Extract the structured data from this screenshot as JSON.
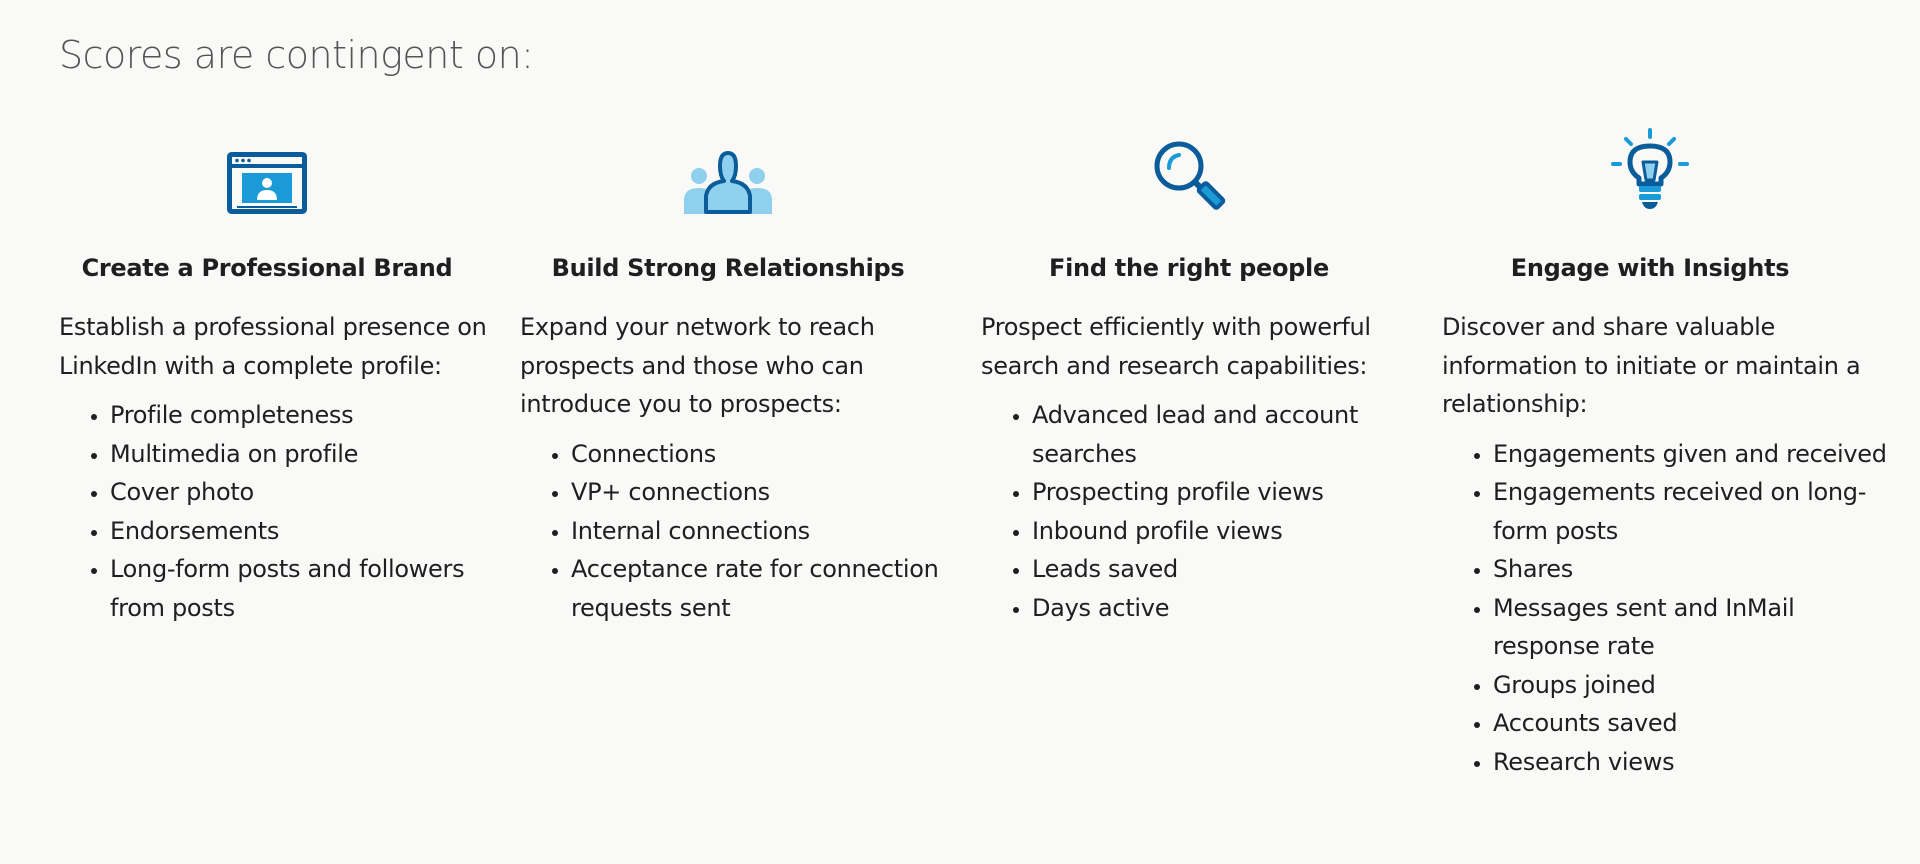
{
  "heading": "Scores are contingent on:",
  "colors": {
    "icon_dark": "#0b5c9b",
    "icon_light": "#8fd0ee",
    "icon_mid": "#1a9ad6"
  },
  "columns": [
    {
      "icon": "browser-profile-icon",
      "title": "Create a Professional Brand",
      "description": "Establish a professional presence on LinkedIn with a complete profile:",
      "items": [
        "Profile completeness",
        "Multimedia on profile",
        "Cover photo",
        "Endorsements",
        "Long-form posts and followers from posts"
      ]
    },
    {
      "icon": "people-group-icon",
      "title": "Build Strong Relationships",
      "description": "Expand your network to reach prospects and those who can introduce you to prospects:",
      "items": [
        "Connections",
        "VP+ connections",
        "Internal connections",
        "Acceptance rate for connection requests sent"
      ]
    },
    {
      "icon": "magnifying-glass-icon",
      "title": "Find the right people",
      "description": "Prospect efficiently with powerful search and research capabilities:",
      "items": [
        "Advanced lead and account searches",
        "Prospecting profile views",
        "Inbound profile views",
        "Leads saved",
        "Days active"
      ]
    },
    {
      "icon": "lightbulb-icon",
      "title": "Engage with Insights",
      "description": "Discover and share valuable information to initiate or maintain a relationship:",
      "items": [
        "Engagements given and received",
        "Engagements received on long-form posts",
        "Shares",
        "Messages sent and InMail response rate",
        "Groups joined",
        "Accounts saved",
        "Research views"
      ]
    }
  ]
}
